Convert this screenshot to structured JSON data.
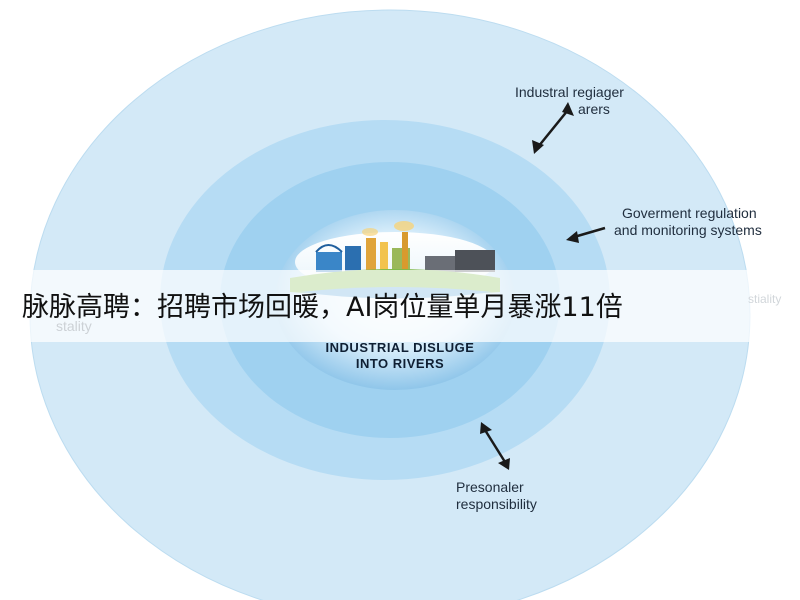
{
  "diagram": {
    "rings": [
      {
        "name": "outer",
        "fill": "#d3e9f7"
      },
      {
        "name": "middle",
        "fill": "#b6dcf4"
      },
      {
        "name": "inner",
        "fill": "#9fd1f0"
      },
      {
        "name": "core",
        "fill": "#7fbde6"
      }
    ],
    "center": {
      "line1": "INDUSTRIAL DISLUGE",
      "line2": "INTO RIVERS"
    },
    "labels": {
      "top_right_1": "Industral regiager",
      "top_right_2": "arers",
      "right_1": "Goverment regulation",
      "right_2": "and monitoring systems",
      "right_3": "stiality",
      "left_1": "stality",
      "bottom_1": "Presonaler",
      "bottom_2": "responsibility"
    },
    "arrow_color": "#1a1a1a"
  },
  "banner": {
    "text": "脉脉高聘：招聘市场回暖，AI岗位量单月暴涨11倍"
  }
}
